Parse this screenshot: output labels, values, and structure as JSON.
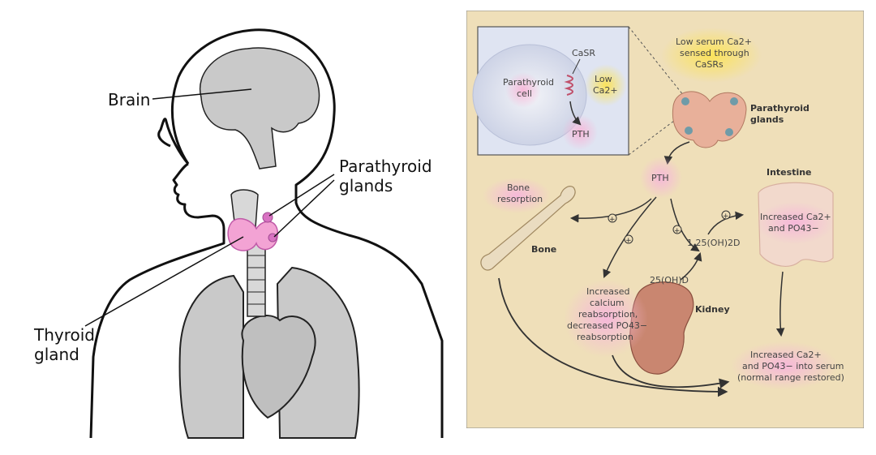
{
  "left_panel": {
    "labels": {
      "brain": "Brain",
      "parathyroid_line1": "Parathyroid",
      "parathyroid_line2": "glands",
      "thyroid_line1": "Thyroid",
      "thyroid_line2": "gland"
    },
    "colors": {
      "gland_pink": "#f3a3d4",
      "gland_magenta": "#d872c2",
      "organ_gray": "#c9c9c9"
    }
  },
  "right_panel": {
    "background": "#efdfb9",
    "inset": {
      "casr": "CaSR",
      "cell_line1": "Parathyroid",
      "cell_line2": "cell",
      "low_line1": "Low",
      "low_line2": "Ca2+",
      "pth": "PTH"
    },
    "sensor_note": {
      "line1": "Low serum Ca2+",
      "line2": "sensed through",
      "line3": "CaSRs"
    },
    "parathyroid_glands": {
      "line1": "Parathyroid",
      "line2": "glands"
    },
    "pth_center": "PTH",
    "bone_resorption": {
      "line1": "Bone",
      "line2": "resorption"
    },
    "bone": "Bone",
    "intestine": "Intestine",
    "intestine_effect": {
      "line1": "Increased Ca2+",
      "line2": "and PO43−"
    },
    "vitd_active": "1,25(OH)2D",
    "vitd_precursor": "25(OH)D",
    "kidney": "Kidney",
    "kidney_effect": {
      "line1": "Increased",
      "line2": "calcium",
      "line3": "reabsorption,",
      "line4": "decreased PO43−",
      "line5": "reabsorption"
    },
    "serum_effect": {
      "line1": "Increased Ca2+",
      "line2": "and PO43− into serum",
      "line3": "(normal range restored)"
    },
    "plus_sign": "+",
    "colors": {
      "glow_pink": "#f6b8d9",
      "glow_yellow": "#fbe35a",
      "arrow": "#333333"
    }
  }
}
